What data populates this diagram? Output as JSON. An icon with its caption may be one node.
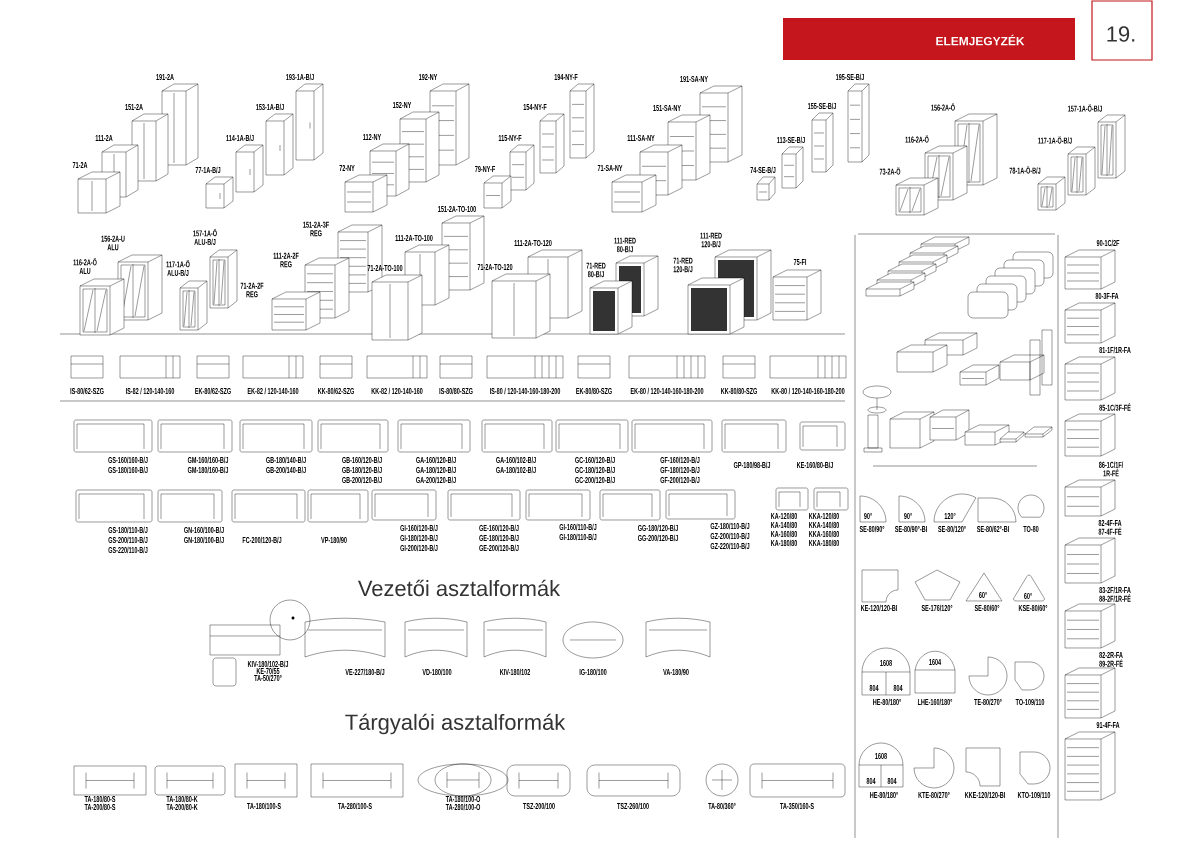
{
  "diagram": {
    "title": "ELEMJEGYZÉK",
    "labels": [
      "19.",
      "191-2A",
      "151-2A",
      "111-2A",
      "71-2A",
      "193-1A-B/J",
      "153-1A-B/J",
      "114-1A-B/J",
      "77-1A-B/J",
      "192-NY",
      "152-NY",
      "112-NY",
      "72-NY",
      "194-NY-F",
      "154-NY-F",
      "115-NY-F",
      "79-NY-F",
      "191-SA-NY",
      "151-SA-NY",
      "111-SA-NY",
      "71-SA-NY",
      "195-SE-B/J",
      "155-SE-B/J",
      "113-SE-B/J",
      "74-SE-B/J",
      "156-2A-Ö",
      "116-2A-Ö",
      "73-2A-Ö",
      "157-1A-Ö-B/J",
      "117-1A-Ö-B/J",
      "78-1A-Ö-B/J",
      "156-2A-U ALU",
      "116-2A-Ö ALU",
      "157-1A-Ö ALU-B/J",
      "117-1A-Ö ALU-B/J",
      "151-2A-3F REG",
      "111-2A-2F REG",
      "71-2A-2F REG",
      "151-2A-TO-100",
      "111-2A-TO-100",
      "71-2A-TO-100",
      "111-2A-TO-120",
      "71-2A-TO-120",
      "111-RED 80-B/J",
      "71-RED 80-B/J",
      "111-RED 120-B/J",
      "71-RED 120-B/J",
      "75-FI",
      "IS-80/62-SZG",
      "IS-82 / 120-140-160",
      "EK-80/62-SZG",
      "EK-82 / 120-140-160",
      "KK-80/62-SZG",
      "KK-82 / 120-140-160",
      "IS-80/80-SZG",
      "IS-80 / 120-140-160-180-200",
      "EK-80/80-SZG",
      "EK-80 / 120-140-160-180-200",
      "KK-80/80-SZG",
      "KK-80 / 120-140-160-180-200",
      "GS-160/160-B/J",
      "GS-180/160-B/J",
      "GM-160/160-B/J",
      "GM-180/160-B/J",
      "GB-180/140-B/J",
      "GB-200/140-B/J",
      "GB-160/120-B/J",
      "GB-180/120-B/J",
      "GB-200/120-B/J",
      "GA-160/120-B/J",
      "GA-180/120-B/J",
      "GA-200/120-B/J",
      "GA-160/102-B/J",
      "GA-180/102-B/J",
      "GC-160/120-B/J",
      "GC-180/120-B/J",
      "GC-200/120-B/J",
      "GF-160/120-B/J",
      "GF-180/120-B/J",
      "GF-200/120-B/J",
      "GP-180/98-B/J",
      "KE-160/80-B/J",
      "GS-180/110-B/J",
      "GS-200/110-B/J",
      "GS-220/110-B/J",
      "GN-160/100-B/J",
      "GN-180/100-B/J",
      "FC-200/120-B/J",
      "VP-180/90",
      "GI-160/120-B/J",
      "GI-180/120-B/J",
      "GI-200/120-B/J",
      "GE-160/120-B/J",
      "GE-180/120-B/J",
      "GE-200/120-B/J",
      "GI-160/110-B/J",
      "GI-180/110-B/J",
      "GG-180/120-B/J",
      "GG-200/120-B/J",
      "GZ-180/110-B/J",
      "GZ-200/110-B/J",
      "GZ-220/110-B/J",
      "KA-120/80",
      "KA-140/80",
      "KA-160/80",
      "KA-180/80",
      "KKA-120/80",
      "KKA-140/80",
      "KKA-160/80",
      "KKA-180/80",
      "Vezetői asztalformák",
      "KIV-180/102-B/J",
      "KE-70/55",
      "TA-50/270°",
      "VE-227/180-B/J",
      "VD-180/100",
      "KIV-180/102",
      "IG-180/100",
      "VA-180/90",
      "Tárgyalói asztalformák",
      "TA-180/80-S",
      "TA-200/80-S",
      "TA-180/80-K",
      "TA-200/80-K",
      "TA-180/100-S",
      "TA-280/100-S",
      "TA-180/100-O",
      "TA-280/100-O",
      "TSZ-200/100",
      "TSZ-260/100",
      "TA-80/360°",
      "TA-350/160-S",
      "90°",
      "90°",
      "120°",
      "SE-80/90°",
      "SE-80/90°-BI",
      "SE-80/120°",
      "SE-80/62°-BI",
      "TO-80",
      "KE-120/120-BI",
      "SE-176/120°",
      "60°",
      "SE-80/60°",
      "60°",
      "KSE-80/60°",
      "1608",
      "804",
      "804",
      "HE-80/180°",
      "1604",
      "LHE-160/180°",
      "TE-80/270°",
      "TO-109/110",
      "1608",
      "804",
      "804",
      "HE-80/180°",
      "KTE-80/270°",
      "KKE-120/120-BI",
      "KTO-109/110",
      "90-1C/2F",
      "80-3F-FA",
      "81-1F/1R-FA",
      "85-1C/3F-FÉ",
      "86-1C/1F/ 1R-FÉ",
      "82-4F-FA",
      "87-4F-FÉ",
      "83-2F/1R-FA",
      "88-2F/1R-FÉ",
      "82-2R-FA",
      "89-2R-FÉ",
      "91-4F-FA"
    ]
  }
}
